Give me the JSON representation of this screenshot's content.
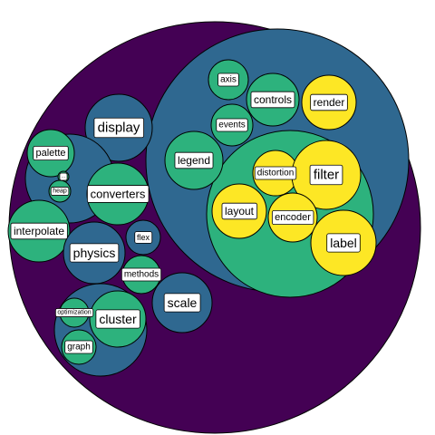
{
  "palette": {
    "depth0": "#440154",
    "depth1": "#2f6890",
    "depth2": "#2db27d",
    "depth3": "#fde725"
  },
  "nodes": [
    {
      "id": "root",
      "label": "",
      "depth": 0
    },
    {
      "id": "vis",
      "label": "",
      "depth": 1
    },
    {
      "id": "vis-operator",
      "label": "",
      "depth": 2
    },
    {
      "id": "n-axis",
      "label": "axis",
      "depth": 2
    },
    {
      "id": "n-controls",
      "label": "controls",
      "depth": 2
    },
    {
      "id": "n-render",
      "label": "render",
      "depth": 3
    },
    {
      "id": "n-events",
      "label": "events",
      "depth": 2
    },
    {
      "id": "n-legend",
      "label": "legend",
      "depth": 2
    },
    {
      "id": "n-distortion",
      "label": "distortion",
      "depth": 3
    },
    {
      "id": "n-filter",
      "label": "filter",
      "depth": 3
    },
    {
      "id": "n-layout",
      "label": "layout",
      "depth": 3
    },
    {
      "id": "n-encoder",
      "label": "encoder",
      "depth": 3
    },
    {
      "id": "n-label",
      "label": "label",
      "depth": 3
    },
    {
      "id": "n-display",
      "label": "display",
      "depth": 1
    },
    {
      "id": "util",
      "label": "",
      "depth": 1
    },
    {
      "id": "n-palette",
      "label": "palette",
      "depth": 2
    },
    {
      "id": "n-ellipsis",
      "label": "...",
      "depth": 2
    },
    {
      "id": "n-heap",
      "label": "heap",
      "depth": 2
    },
    {
      "id": "n-converters",
      "label": "converters",
      "depth": 2
    },
    {
      "id": "n-interpolate",
      "label": "interpolate",
      "depth": 2
    },
    {
      "id": "n-physics",
      "label": "physics",
      "depth": 1
    },
    {
      "id": "n-flex",
      "label": "flex",
      "depth": 1
    },
    {
      "id": "n-methods",
      "label": "methods",
      "depth": 2
    },
    {
      "id": "n-scale",
      "label": "scale",
      "depth": 1
    },
    {
      "id": "analytics",
      "label": "",
      "depth": 1
    },
    {
      "id": "n-cluster",
      "label": "cluster",
      "depth": 2
    },
    {
      "id": "n-optimization",
      "label": "optimization",
      "depth": 2
    },
    {
      "id": "n-graph",
      "label": "graph",
      "depth": 2
    }
  ]
}
